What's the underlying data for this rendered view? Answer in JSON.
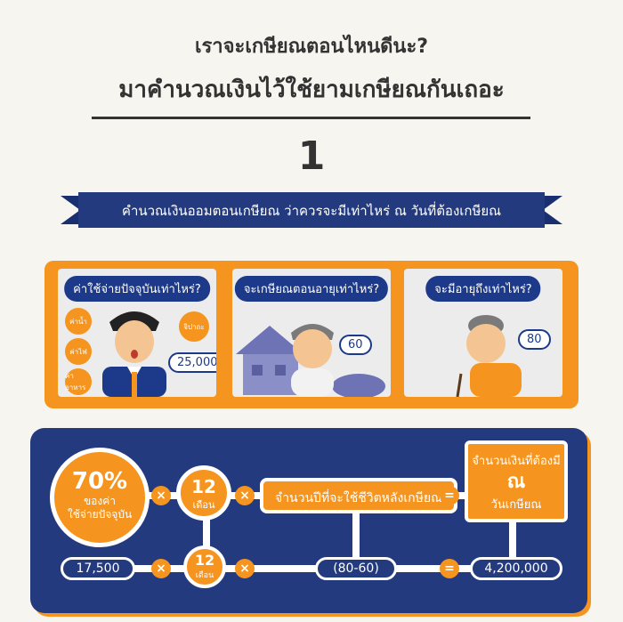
{
  "header": {
    "line1": "เราจะเกษียณตอนไหนดีนะ?",
    "line2": "มาคำนวณเงินไว้ใช้ยามเกษียณกันเถอะ",
    "step": "1"
  },
  "banner": {
    "text": "คำนวณเงินออมตอนเกษียณ ว่าควรจะมีเท่าไหร่ ณ วันที่ต้องเกษียณ"
  },
  "cards": [
    {
      "question": "ค่าใช้จ่ายปัจจุบันเท่าไหร่?",
      "value": "25,000",
      "icons": [
        "ค่าน้ำ",
        "ค่าไฟ",
        "ค่าอาหาร",
        "จิปาถะ"
      ]
    },
    {
      "question": "จะเกษียณตอนอายุเท่าไหร่?",
      "value": "60"
    },
    {
      "question": "จะมีอายุถึงเท่าไหร่?",
      "value": "80"
    }
  ],
  "formula": {
    "percent": "70%",
    "percent_caption": "ของค่า\nใช้จ่ายปัจจุบัน",
    "months": "12",
    "months_unit": "เดือน",
    "years_label": "จำนวนปีที่จะใช้ชีวิตหลังเกษียณ",
    "result_line1": "จำนวนเงินที่ต้องมี",
    "result_line2": "ณ",
    "result_line3": "วันเกษียณ",
    "op_mul": "×",
    "op_eq": "="
  },
  "computed": {
    "base": "17,500",
    "months": "12",
    "months_unit": "เดือน",
    "years": "(80-60)",
    "total": "4,200,000"
  },
  "colors": {
    "navy": "#243a7e",
    "orange": "#f5941e",
    "background": "#f7f5ef"
  }
}
